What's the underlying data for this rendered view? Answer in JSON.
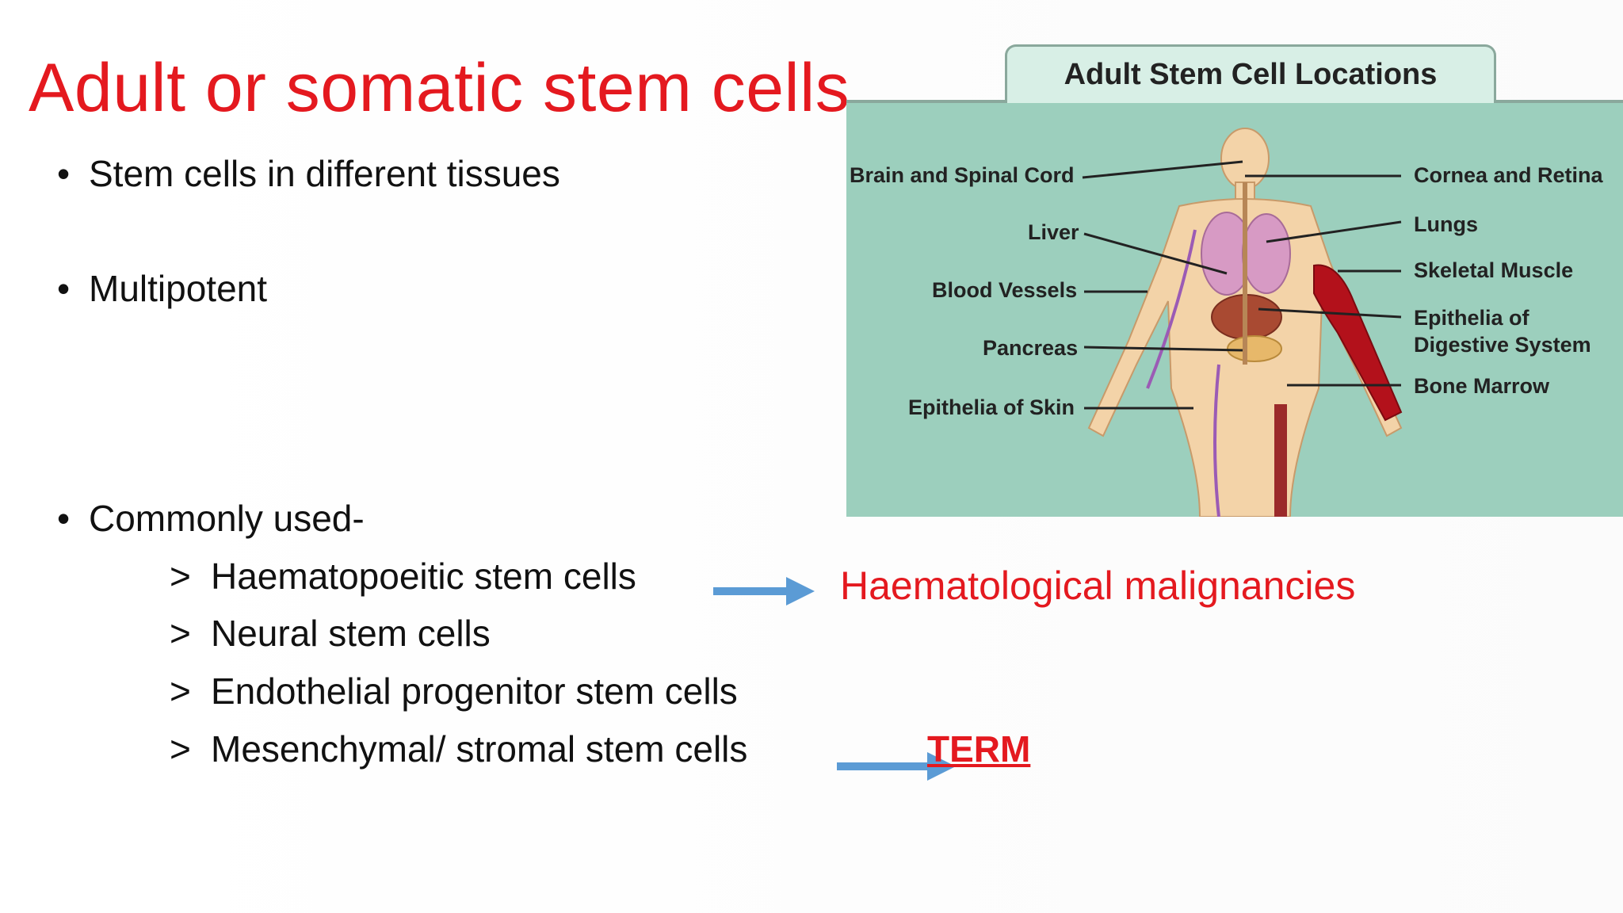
{
  "title": "Adult or somatic stem cells",
  "bullets": [
    "Stem cells in different tissues",
    "Multipotent",
    "Commonly used-"
  ],
  "commonly_used": [
    "Haematopoeitic stem cells",
    "Neural stem cells",
    "Endothelial progenitor stem cells",
    "Mesenchymal/ stromal stem cells"
  ],
  "sub_marker": ">",
  "bullet_marker": "•",
  "annotations": {
    "haematopoietic_outcome": "Haematological malignancies",
    "mesenchymal_outcome": "TERM"
  },
  "figure": {
    "heading": "Adult Stem Cell Locations",
    "labels_left": [
      "Brain and Spinal Cord",
      "Liver",
      "Blood Vessels",
      "Pancreas",
      "Epithelia of Skin"
    ],
    "labels_right": [
      "Cornea and Retina",
      "Lungs",
      "Skeletal Muscle",
      "Epithelia of",
      "Digestive System",
      "Bone Marrow"
    ]
  },
  "colors": {
    "title_red": "#e4191f",
    "arrow_blue": "#5b9bd5",
    "figure_bg": "#9ccfbd"
  }
}
